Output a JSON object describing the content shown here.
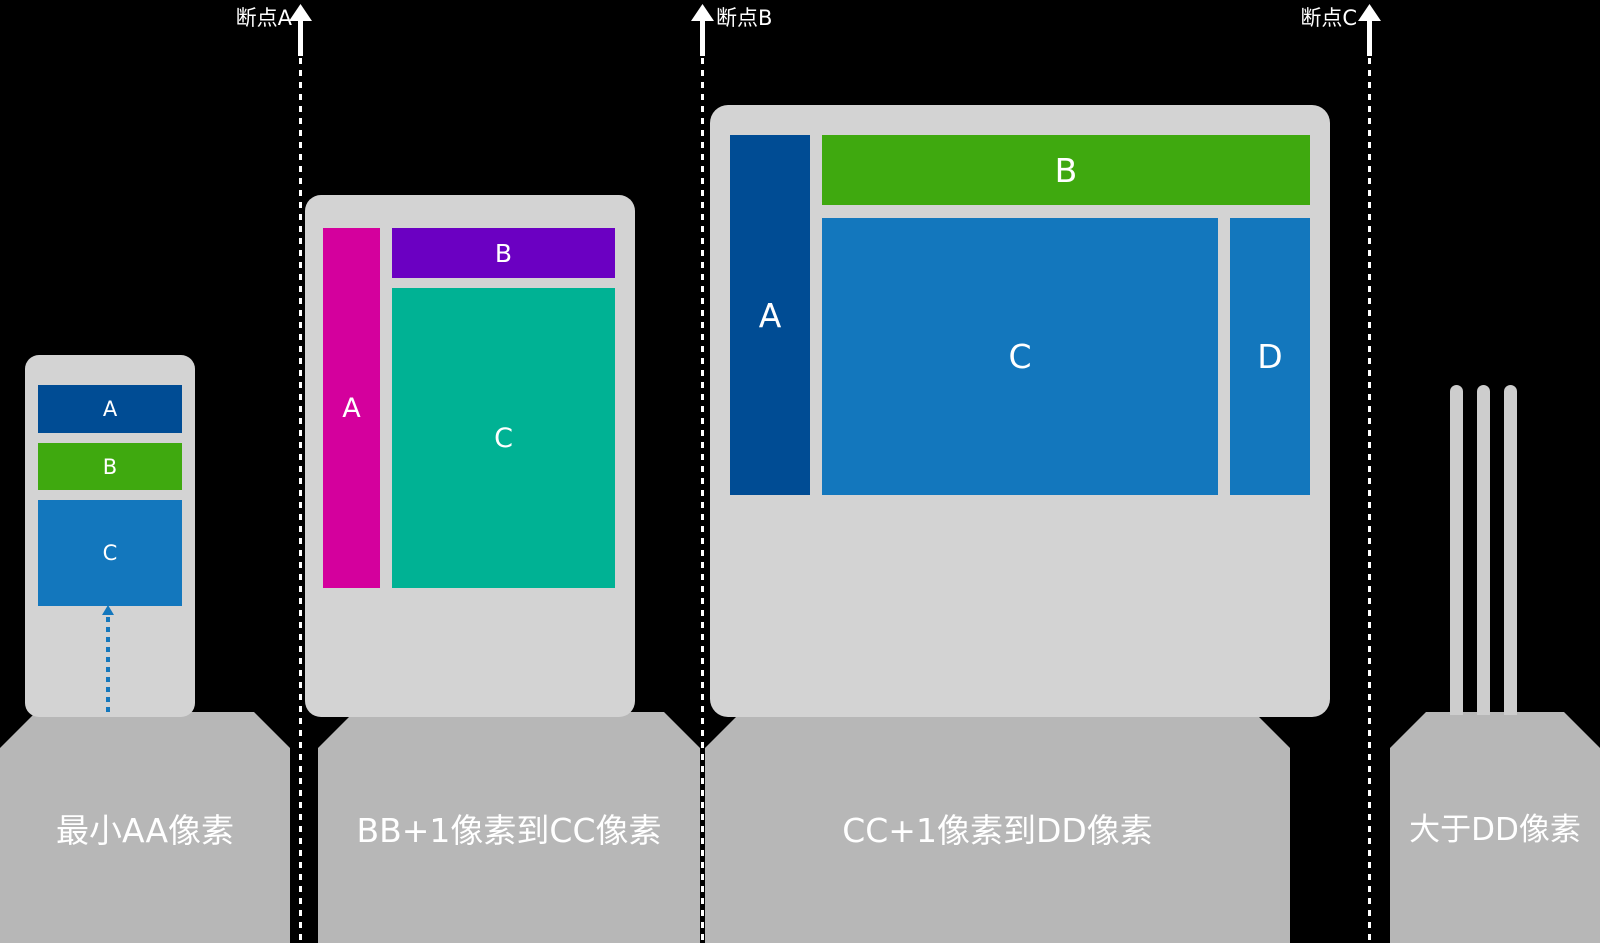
{
  "breakpoints": [
    {
      "label": "断点A"
    },
    {
      "label": "断点B"
    },
    {
      "label": "断点C"
    }
  ],
  "devices": {
    "small": {
      "blocks": [
        {
          "label": "A",
          "color": "#004C94"
        },
        {
          "label": "B",
          "color": "#3FA90F"
        },
        {
          "label": "C",
          "color": "#1377BD"
        }
      ],
      "scroll_indicator_color": "#1377BD"
    },
    "medium": {
      "blocks": [
        {
          "label": "A",
          "color": "#D4009D"
        },
        {
          "label": "B",
          "color": "#6B00C2"
        },
        {
          "label": "C",
          "color": "#00B294"
        }
      ]
    },
    "large": {
      "blocks": [
        {
          "label": "A",
          "color": "#004C94"
        },
        {
          "label": "B",
          "color": "#3FA90F"
        },
        {
          "label": "C",
          "color": "#1377BD"
        },
        {
          "label": "D",
          "color": "#1377BD"
        }
      ]
    }
  },
  "zones": [
    {
      "label": "最小AA像素"
    },
    {
      "label": "BB+1像素到CC像素"
    },
    {
      "label": "CC+1像素到DD像素"
    },
    {
      "label": "大于DD像素"
    }
  ],
  "colors": {
    "background": "#000000",
    "device_frame": "#D3D3D3",
    "zone_banner": "#B7B7B7",
    "breakpoint_line": "#FFFFFF",
    "label_text": "#FFFFFF"
  }
}
